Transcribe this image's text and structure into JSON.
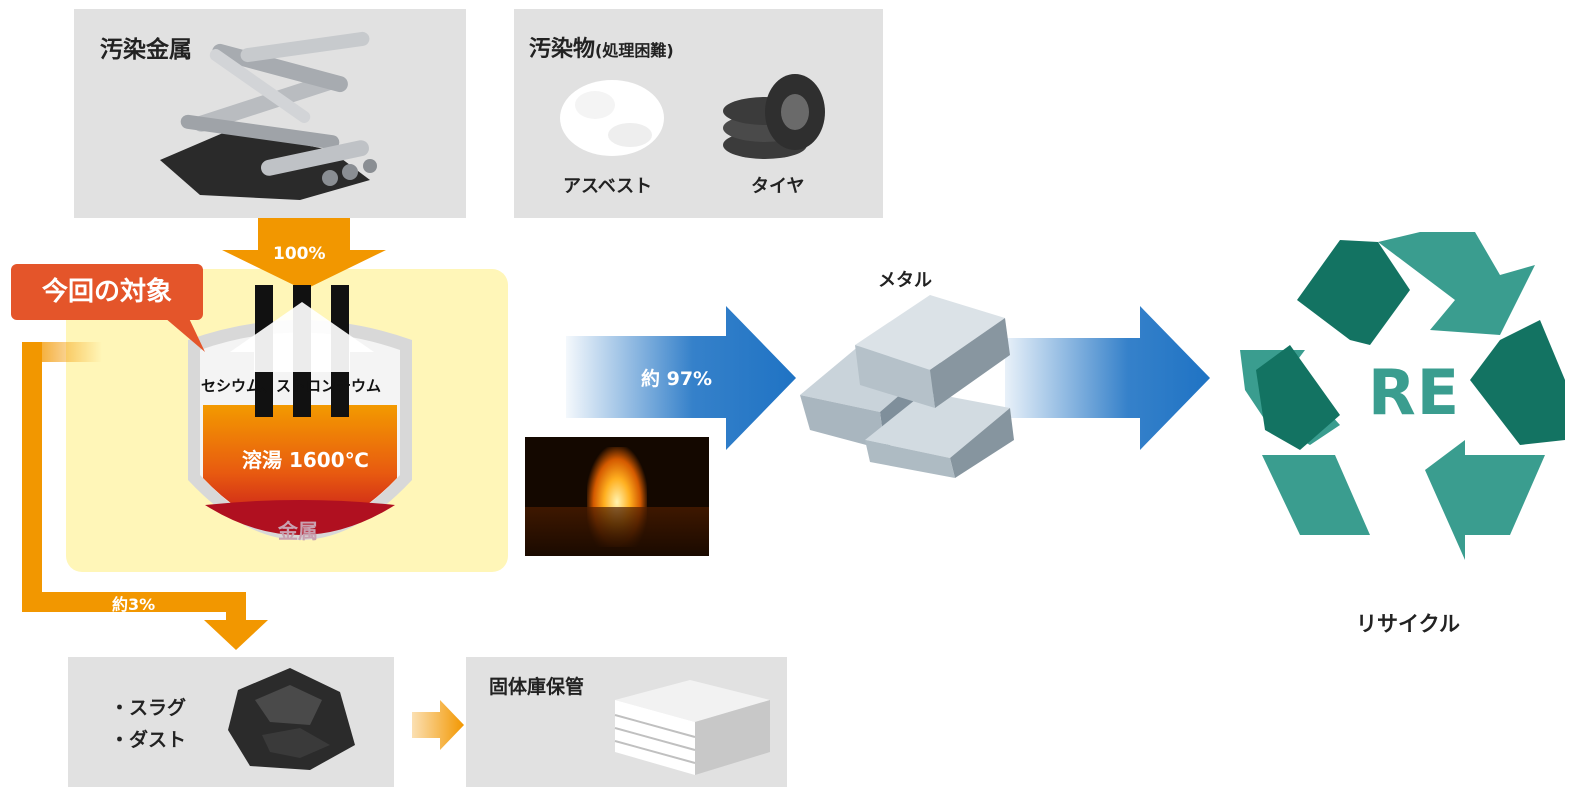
{
  "panels": {
    "contaminated_metal": {
      "title": "汚染金属"
    },
    "contaminated_material": {
      "title": "汚染物",
      "subtitle": "(処理困難)",
      "items": [
        {
          "label": "アスベスト"
        },
        {
          "label": "タイヤ"
        }
      ]
    }
  },
  "furnace": {
    "target_label": "今回の対象",
    "input_percent": "100%",
    "vapor_label": "セシウム、ストロンチウム",
    "melt_label": "溶湯 1600℃",
    "metal_label": "金属"
  },
  "outputs": {
    "metal_percent": "約 97%",
    "metal_label": "メタル",
    "recycle_label": "リサイクル",
    "recycle_symbol_text": "RE",
    "slag_percent": "約3%",
    "slag_items": [
      "・スラグ",
      "・ダスト"
    ],
    "storage_label": "固体庫保管"
  },
  "colors": {
    "orange": "#f29700",
    "callout": "#e4552a",
    "blue": "#1f73c4",
    "teal_light": "#3a9d8f",
    "teal_dark": "#137362",
    "panel_gray": "#e1e1e1",
    "furnace_bg": "#fff6b8"
  }
}
